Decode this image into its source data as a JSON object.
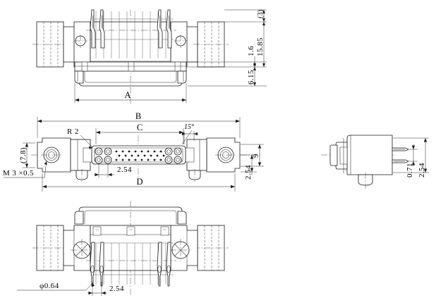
{
  "drawing": {
    "title": "D-sub connector outline drawing",
    "background_color": "#ffffff",
    "line_color": "#1a1a1a",
    "views": [
      {
        "id": "top-view",
        "name": "top-view",
        "label": ""
      },
      {
        "id": "front-view",
        "name": "front-view",
        "label": ""
      },
      {
        "id": "bottom-view",
        "name": "bottom-view",
        "label": ""
      },
      {
        "id": "side-view",
        "name": "right-side-view",
        "label": ""
      }
    ]
  },
  "dimensions": {
    "top_view": {
      "bracket_3": "(3)",
      "overall_15_85": "15.85",
      "step_1_6": "1.6",
      "lower_6_15": "6.15",
      "width_A": "A"
    },
    "front_view": {
      "overall_B": "B",
      "inner_C": "C",
      "overall_D": "D",
      "radius_R2": "R 2",
      "angle_15": "15°",
      "pitch_2_54": "2.54",
      "height_9": "9",
      "offset_2_54": "2.54",
      "flange_7_8": "(7.8)",
      "thread_M3": "M 3 ×0.5"
    },
    "bottom_view": {
      "pin_dia": "φ0.64",
      "pin_pitch": "2.54"
    },
    "side_view": {
      "pin_offset_0_71": "0.71",
      "pin_pitch_2_54": "2.54"
    }
  },
  "annotations": [
    {
      "name": "dim-bracket-3",
      "text": "(3)",
      "view": "top-view"
    },
    {
      "name": "dim-15-85",
      "text": "15.85",
      "view": "top-view"
    },
    {
      "name": "dim-1-6",
      "text": "1.6",
      "view": "top-view"
    },
    {
      "name": "dim-6-15",
      "text": "6.15",
      "view": "top-view"
    },
    {
      "name": "dim-A",
      "text": "A",
      "view": "top-view"
    },
    {
      "name": "dim-B",
      "text": "B",
      "view": "front-view"
    },
    {
      "name": "dim-C",
      "text": "C",
      "view": "front-view"
    },
    {
      "name": "dim-D",
      "text": "D",
      "view": "front-view"
    },
    {
      "name": "dim-R2",
      "text": "R 2",
      "view": "front-view"
    },
    {
      "name": "dim-angle-15",
      "text": "15°",
      "view": "front-view"
    },
    {
      "name": "dim-pitch-2-54",
      "text": "2.54",
      "view": "front-view"
    },
    {
      "name": "dim-height-9",
      "text": "9",
      "view": "front-view"
    },
    {
      "name": "dim-offset-2-54",
      "text": "2.54",
      "view": "front-view"
    },
    {
      "name": "dim-flange-7-8",
      "text": "(7.8)",
      "view": "front-view"
    },
    {
      "name": "dim-thread-m3",
      "text": "M 3 ×0.5",
      "view": "front-view"
    },
    {
      "name": "dim-pin-dia",
      "text": "φ0.64",
      "view": "bottom-view"
    },
    {
      "name": "dim-bottom-2-54",
      "text": "2.54",
      "view": "bottom-view"
    },
    {
      "name": "dim-0-71",
      "text": "0.71",
      "view": "side-view"
    },
    {
      "name": "dim-side-2-54",
      "text": "2.54",
      "view": "side-view"
    }
  ]
}
